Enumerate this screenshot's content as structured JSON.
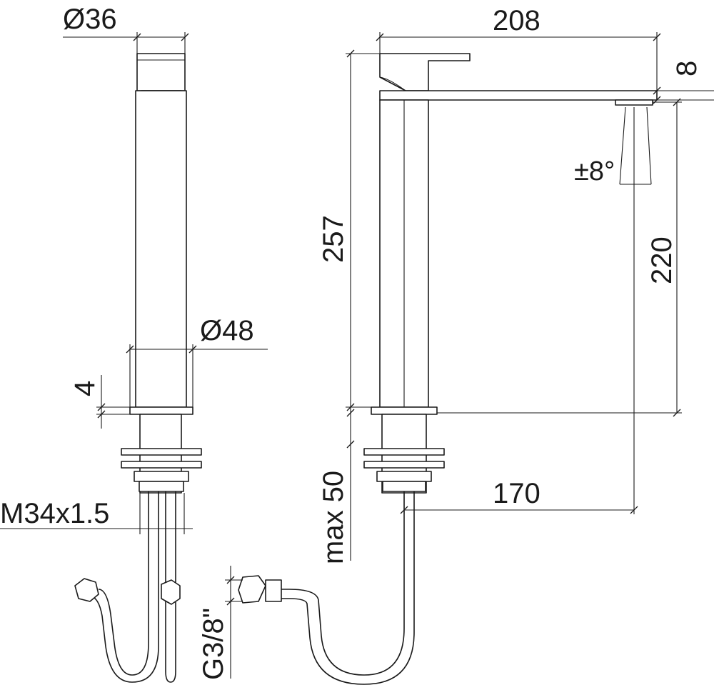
{
  "dimensions": {
    "d36": "Ø36",
    "d48": "Ø48",
    "w208": "208",
    "h8": "8",
    "h257": "257",
    "h220": "220",
    "t4": "4",
    "max50": "max 50",
    "l170": "170",
    "m34": "M34x1.5",
    "g38": "G3/8\"",
    "angle": "±8°"
  }
}
